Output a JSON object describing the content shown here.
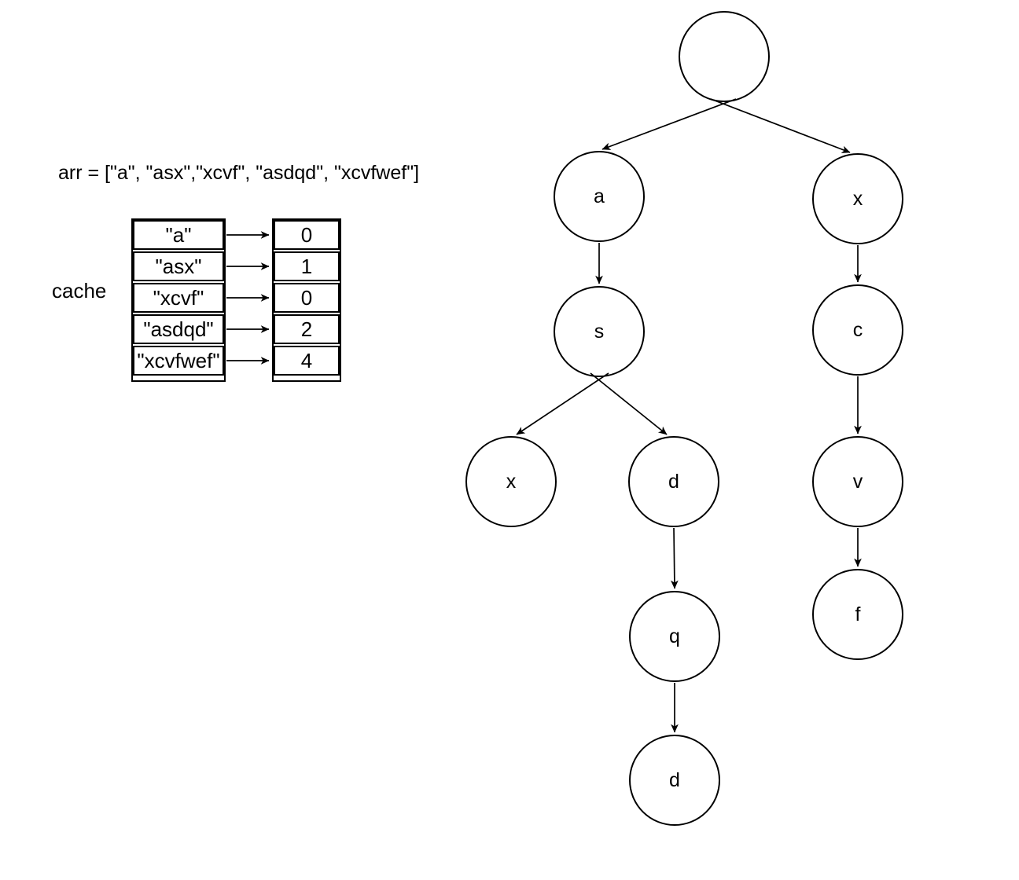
{
  "array_declaration": {
    "text": "arr = [\"a\", \"asx\",\"xcvf\", \"asdqd\", \"xcvfwef\"]"
  },
  "cache": {
    "label": "cache",
    "entries": [
      {
        "key": "\"a\"",
        "value": "0"
      },
      {
        "key": "\"asx\"",
        "value": "1"
      },
      {
        "key": "\"xcvf\"",
        "value": "0"
      },
      {
        "key": "\"asdqd\"",
        "value": "2"
      },
      {
        "key": "\"xcvfwef\"",
        "value": "4"
      }
    ]
  },
  "trie": {
    "nodes": [
      {
        "id": "root",
        "label": ""
      },
      {
        "id": "a",
        "label": "a"
      },
      {
        "id": "x-right",
        "label": "x"
      },
      {
        "id": "s",
        "label": "s"
      },
      {
        "id": "c",
        "label": "c"
      },
      {
        "id": "x-left",
        "label": "x"
      },
      {
        "id": "d",
        "label": "d"
      },
      {
        "id": "v",
        "label": "v"
      },
      {
        "id": "q",
        "label": "q"
      },
      {
        "id": "f",
        "label": "f"
      },
      {
        "id": "d-bottom",
        "label": "d"
      }
    ],
    "edges": [
      {
        "from": "root",
        "to": "a"
      },
      {
        "from": "root",
        "to": "x-right"
      },
      {
        "from": "a",
        "to": "s"
      },
      {
        "from": "s",
        "to": "x-left"
      },
      {
        "from": "s",
        "to": "d"
      },
      {
        "from": "d",
        "to": "q"
      },
      {
        "from": "q",
        "to": "d-bottom"
      },
      {
        "from": "x-right",
        "to": "c"
      },
      {
        "from": "c",
        "to": "v"
      },
      {
        "from": "v",
        "to": "f"
      }
    ]
  },
  "colors": {
    "stroke": "#000000",
    "background": "#ffffff"
  }
}
